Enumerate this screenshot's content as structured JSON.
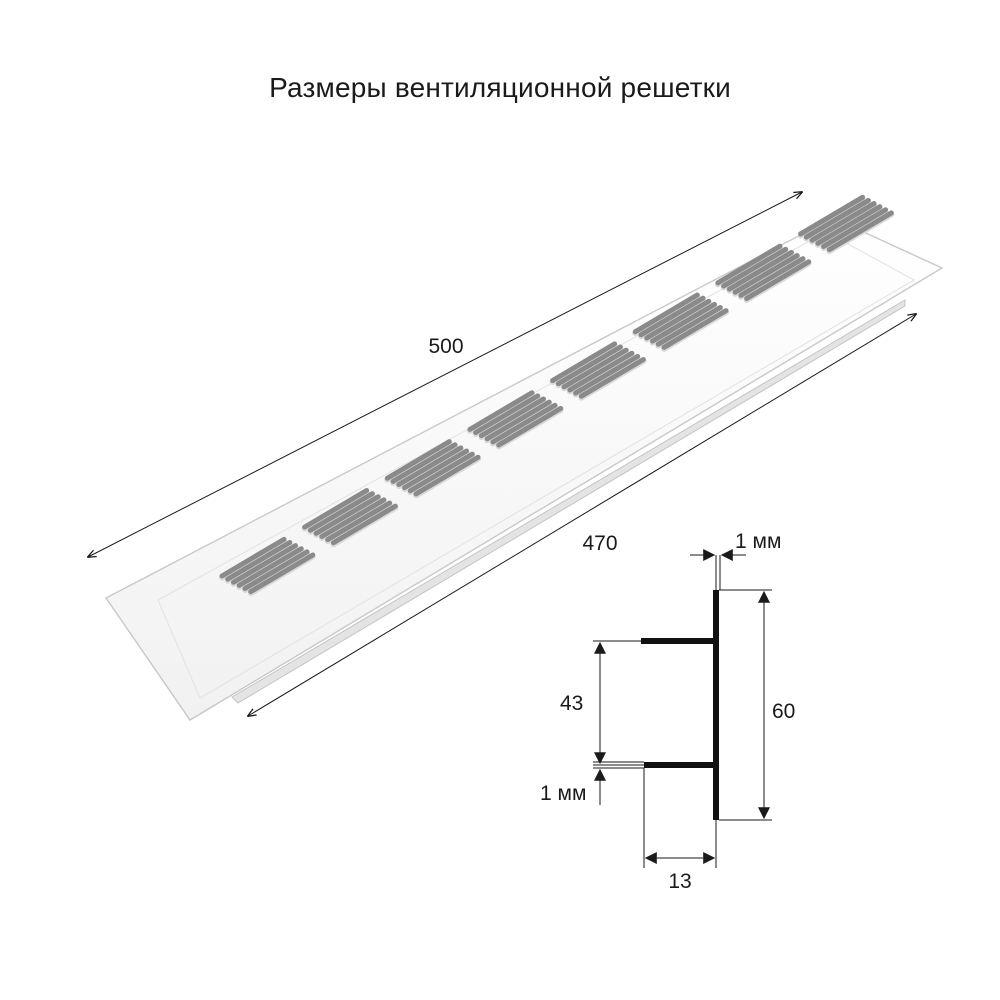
{
  "title": "Размеры вентиляционной решетки",
  "dimensions": {
    "length_outer": "500",
    "length_inner": "470",
    "thickness_top": "1 мм",
    "height_total": "60",
    "height_flange": "43",
    "thickness_bottom": "1 мм",
    "depth": "13"
  },
  "colors": {
    "grille_fill": "#f7f7f7",
    "grille_edge": "#c8c8c8",
    "slot": "#8a8a8a",
    "line": "#1a1a1a"
  }
}
